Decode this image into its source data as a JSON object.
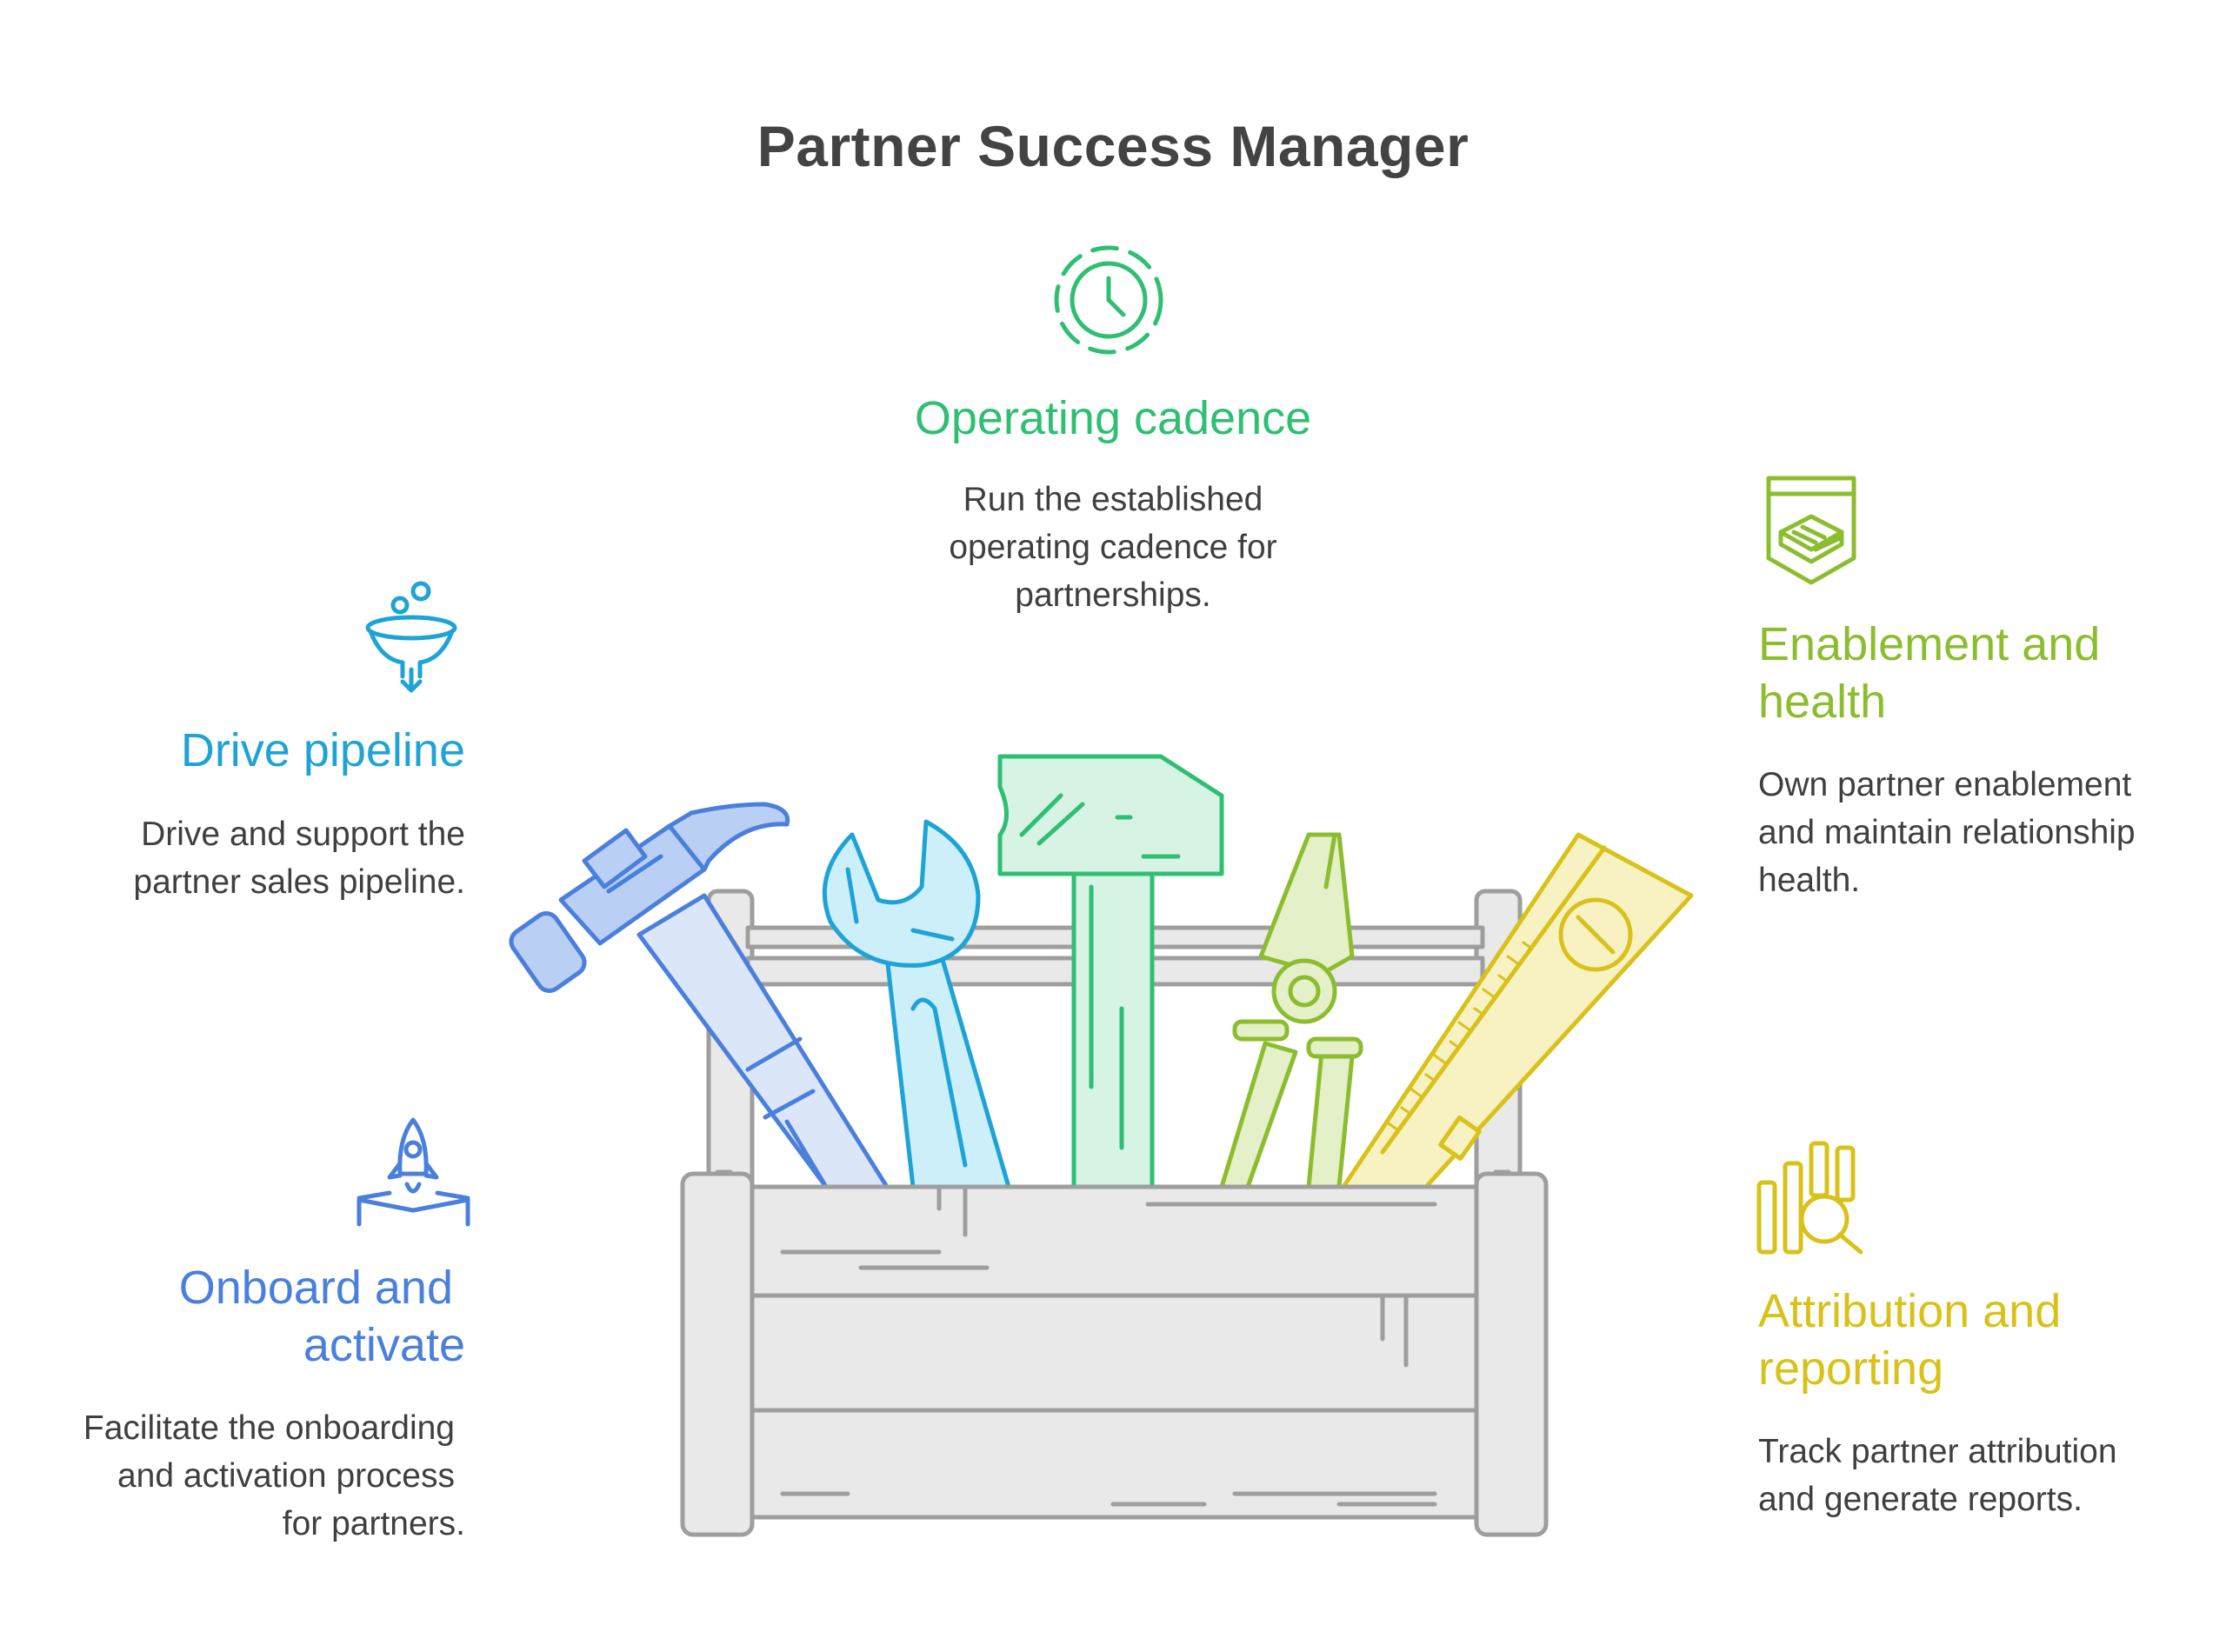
{
  "title": "Partner Success Manager",
  "colors": {
    "drive": "#1ea3d6",
    "onboard": "#4a7fdc",
    "cadence": "#2fbf73",
    "enablement": "#8cbd2f",
    "attribution": "#d8c21a",
    "toolbox": "#9e9e9e"
  },
  "sections": {
    "cadence": {
      "icon": "clock-icon",
      "heading": "Operating cadence",
      "lines": [
        "Run the established",
        "operating cadence for",
        "partnerships."
      ]
    },
    "drive": {
      "icon": "funnel-icon",
      "heading": "Drive pipeline",
      "lines": [
        "Drive and support the",
        "partner sales pipeline."
      ]
    },
    "onboard": {
      "icon": "rocket-icon",
      "heading_lines": [
        "Onboard and",
        "activate"
      ],
      "lines": [
        "Facilitate the onboarding",
        "and activation process",
        "for partners."
      ]
    },
    "enablement": {
      "icon": "shield-book-icon",
      "heading_lines": [
        "Enablement and",
        "health"
      ],
      "lines": [
        "Own partner enablement",
        "and maintain relationship",
        "health."
      ]
    },
    "attribution": {
      "icon": "report-search-icon",
      "heading_lines": [
        "Attribution and",
        "reporting"
      ],
      "lines": [
        "Track partner attribution",
        "and generate reports."
      ]
    }
  }
}
